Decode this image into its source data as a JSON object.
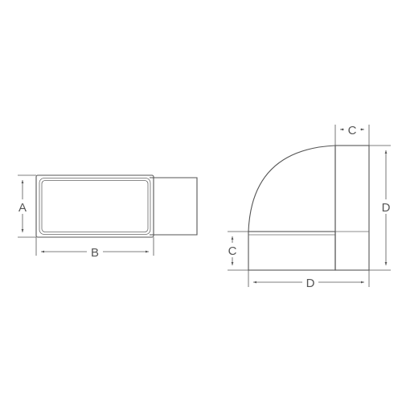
{
  "colors": {
    "line": "#555555",
    "background": "#ffffff"
  },
  "straight_duct": {
    "dimensions": {
      "height": "A",
      "width": "B"
    }
  },
  "elbow_90": {
    "dimensions": {
      "top_width": "C",
      "right_height": "D",
      "left_height": "C",
      "bottom_width": "D"
    }
  }
}
